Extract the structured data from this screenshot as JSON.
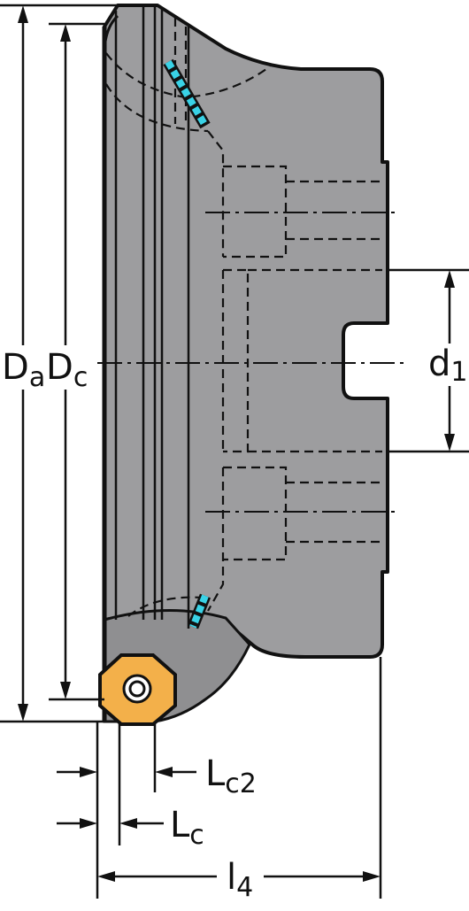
{
  "labels": {
    "da": {
      "main": "D",
      "sub": "a"
    },
    "dc": {
      "main": "D",
      "sub": "c"
    },
    "d1": {
      "main": "d",
      "sub": "1"
    },
    "lc2": {
      "main": "L",
      "sub": "c2"
    },
    "lc": {
      "main": "L",
      "sub": "c"
    },
    "l4": {
      "main": "l",
      "sub": "4"
    }
  },
  "colors": {
    "body": "#9d9d9f",
    "body_dark": "#8a8a8c",
    "outline": "#111111",
    "insert": "#f3b04a",
    "coolant": "#39d2e6",
    "background": "#ffffff"
  }
}
